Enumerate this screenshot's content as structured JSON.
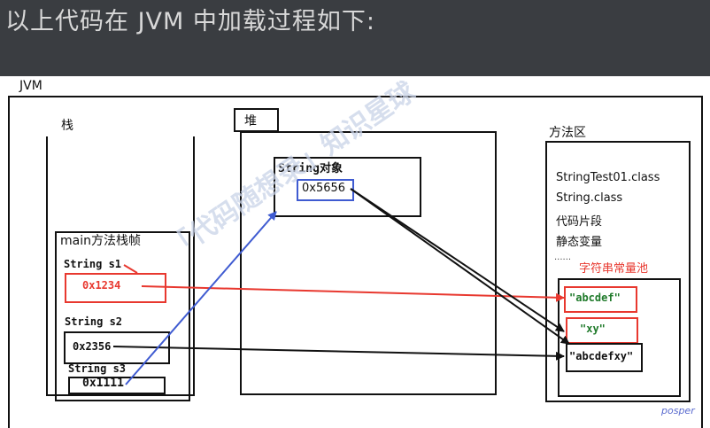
{
  "header": {
    "title": "以上代码在 JVM 中加载过程如下:"
  },
  "diagram": {
    "jvm_label": "JVM",
    "stack": {
      "label": "栈",
      "frame_label": "main方法栈帧",
      "vars": [
        {
          "name": "String s1",
          "value": "0x1234"
        },
        {
          "name": "String s2",
          "value": "0x2356"
        },
        {
          "name": "String s3",
          "value": "0x1111"
        }
      ]
    },
    "heap": {
      "label": "堆",
      "object_label": "String对象",
      "object_address": "0x5656"
    },
    "method_area": {
      "label": "方法区",
      "items": [
        "StringTest01.class",
        "String.class",
        "代码片段",
        "静态变量"
      ],
      "pool_prefix": "······",
      "pool_label": "字符串常量池",
      "pool_entries": [
        "\"abcdef\"",
        "\"xy\"",
        "\"abcdefxy\""
      ]
    },
    "watermark": "「代码随想录」知识星球",
    "signature": "posper"
  },
  "colors": {
    "header_bg": "#3a3d41",
    "header_text": "#d8d8d8",
    "red": "#e8382f",
    "blue": "#3f5bd1",
    "black": "#111111",
    "green": "#1f7a2a",
    "watermark": "#c9d3e8"
  }
}
